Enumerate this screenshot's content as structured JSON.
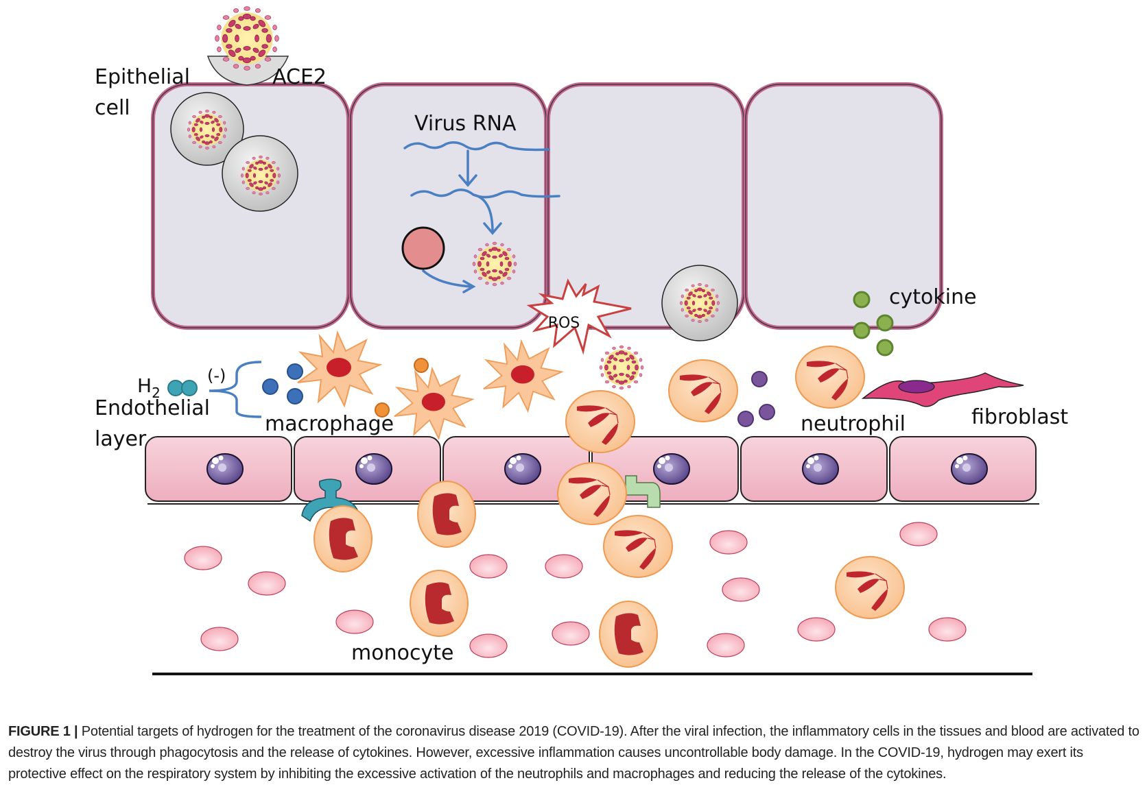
{
  "figure": {
    "labels": {
      "epithelial_line1": "Epithelial",
      "epithelial_line2": "cell",
      "ace2": "ACE2",
      "virus_rna": "Virus RNA",
      "ros": "ROS",
      "cytokine": "cytokine",
      "h2": "H",
      "h2_sub": "2",
      "inhibit": "(-)",
      "endothelial_line1": "Endothelial",
      "endothelial_line2": "layer",
      "macrophage": "macrophage",
      "neutrophil": "neutrophil",
      "fibroblast": "fibroblast",
      "monocyte": "monocyte"
    },
    "colors": {
      "epithelial_fill": "#e3e1ea",
      "epithelial_border": "#c06a8e",
      "rna": "#4a7fc1",
      "macrophage": "#fbc79a",
      "macrophage_nucleus": "#c8202a",
      "neutrophil": "#fcd2ae",
      "neutrophil_nucleus": "#c0262d",
      "endothelial": "#f3c3cf",
      "endothelial_nucleus": "#7e68a8",
      "rbc": "#f8b9c4",
      "cytokine": "#8bb050",
      "h2": "#3fa3b6",
      "blue_cytokine": "#3e70b8",
      "orange_particle": "#f0923a",
      "purple_particle": "#7a559c",
      "fibroblast": "#e0457a",
      "ros": "#c94040"
    }
  },
  "caption": {
    "figure_number": "FIGURE 1 |",
    "text": "Potential targets of hydrogen for the treatment of the coronavirus disease 2019 (COVID-19). After the viral infection, the inflammatory cells in the tissues and blood are activated to destroy the virus through phagocytosis and the release of cytokines. However, excessive inflammation causes uncontrollable body damage. In the COVID-19, hydrogen may exert its protective effect on the respiratory system by inhibiting the excessive activation of the neutrophils and macrophages and reducing the release of the cytokines."
  }
}
